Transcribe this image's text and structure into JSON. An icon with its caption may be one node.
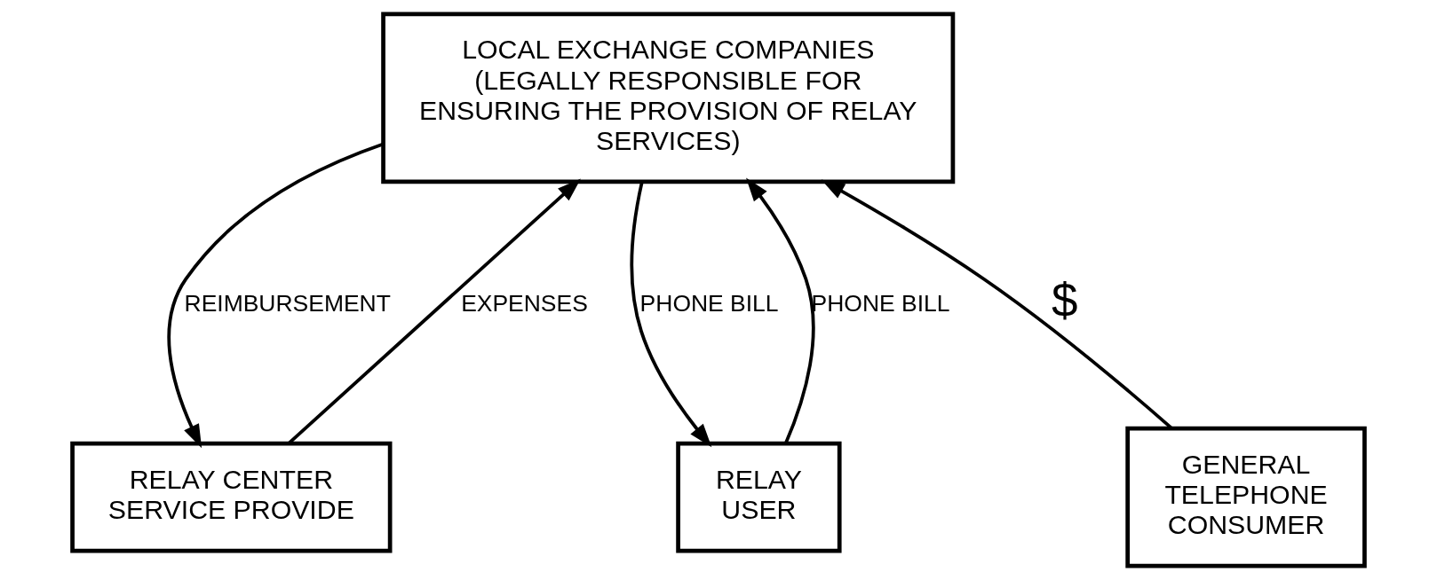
{
  "diagram": {
    "nodes": [
      {
        "text": [
          "LOCAL EXCHANGE COMPANIES",
          "(LEGALLY RESPONSIBLE FOR ENSURING THE PROVISION OF RELAY SERVICES)"
        ]
      },
      {
        "text": [
          "RELAY CENTER",
          "SERVICE PROVIDE"
        ]
      },
      {
        "text": [
          "GENERAL TELEPHONE CONSUMER"
        ]
      },
      {
        "text": [
          "RELAY USER"
        ]
      }
    ],
    "edges": [
      {
        "from": 1,
        "to": 0,
        "arrow": "to",
        "label": "EXPENSES"
      },
      {
        "from": 0,
        "to": 1,
        "arrow": "to",
        "label": "REIMBURSEMENT"
      },
      {
        "from": 0,
        "to": 3,
        "arrow": "to",
        "label": "PHONE BILL"
      },
      {
        "from": 3,
        "to": 0,
        "arrow": "to",
        "label": "PHONE BILL"
      },
      {
        "from": 2,
        "to": 0,
        "arrow": "to",
        "label": "$"
      }
    ]
  }
}
